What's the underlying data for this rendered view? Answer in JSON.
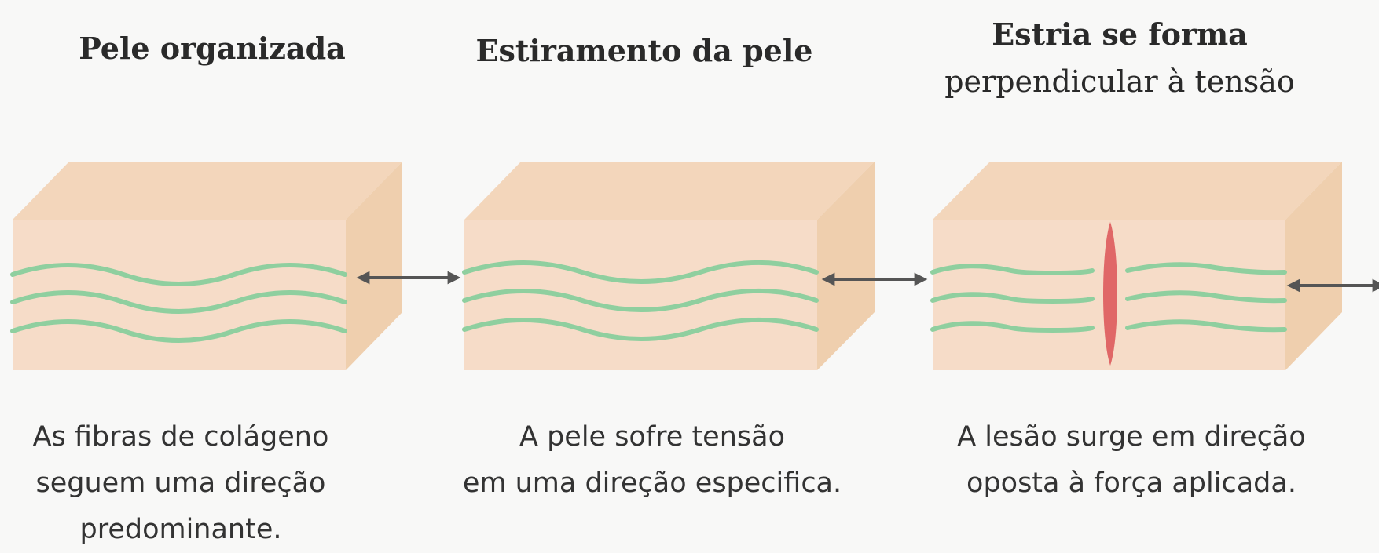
{
  "panels": [
    {
      "title_lines": [
        "Pele organizada"
      ],
      "caption_lines": [
        "As fibras de colágeno",
        "seguem uma direção",
        "predominante."
      ]
    },
    {
      "title_lines": [
        "Estiramento da pele"
      ],
      "caption_lines": [
        "A pele sofre tensão",
        "em uma direção especifica."
      ]
    },
    {
      "title_lines": [
        "Estria se forma",
        "perpendicular à tensão"
      ],
      "caption_lines": [
        "A lesão surge em direção",
        "oposta à força aplicada."
      ]
    }
  ],
  "colors": {
    "background": "#f8f8f7",
    "skin_front": "#f6dcc8",
    "skin_top": "#f3d6bb",
    "skin_side": "#efcfae",
    "fiber": "#8fcf9f",
    "stretch_mark": "#e06767",
    "arrow": "#555555"
  }
}
